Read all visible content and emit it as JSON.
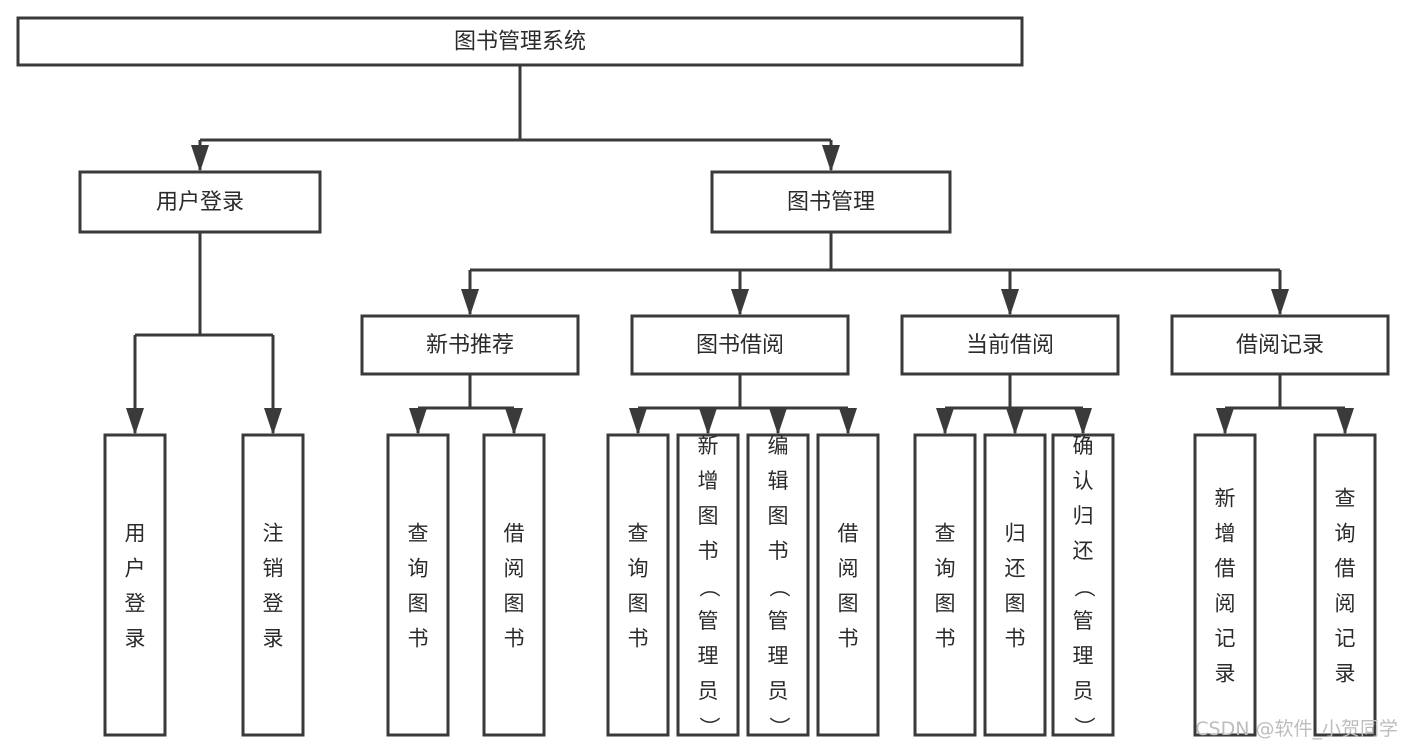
{
  "diagram": {
    "title": "图书管理系统",
    "type": "tree-hierarchy",
    "orientation": "top-down",
    "colors": {
      "stroke": "#3a3a3a",
      "fill": "#ffffff",
      "text": "#2b2b2b",
      "background": "#ffffff",
      "watermark": "#bdbdbd"
    },
    "levels": [
      {
        "level": 1,
        "nodes": [
          {
            "id": "root",
            "label": "图书管理系统",
            "text_orientation": "horizontal"
          }
        ]
      },
      {
        "level": 2,
        "nodes": [
          {
            "id": "login",
            "label": "用户登录",
            "text_orientation": "horizontal",
            "parent": "root"
          },
          {
            "id": "bookmgmt",
            "label": "图书管理",
            "text_orientation": "horizontal",
            "parent": "root"
          }
        ]
      },
      {
        "level": 3,
        "nodes": [
          {
            "id": "newbook",
            "label": "新书推荐",
            "text_orientation": "horizontal",
            "parent": "bookmgmt"
          },
          {
            "id": "borrow",
            "label": "图书借阅",
            "text_orientation": "horizontal",
            "parent": "bookmgmt"
          },
          {
            "id": "current",
            "label": "当前借阅",
            "text_orientation": "horizontal",
            "parent": "bookmgmt"
          },
          {
            "id": "records",
            "label": "借阅记录",
            "text_orientation": "horizontal",
            "parent": "bookmgmt"
          }
        ]
      },
      {
        "level": 4,
        "nodes": [
          {
            "id": "leaf1",
            "label": "用户登录",
            "text_orientation": "vertical",
            "parent": "login"
          },
          {
            "id": "leaf2",
            "label": "注销登录",
            "text_orientation": "vertical",
            "parent": "login"
          },
          {
            "id": "leaf3",
            "label": "查询图书",
            "text_orientation": "vertical",
            "parent": "newbook"
          },
          {
            "id": "leaf4",
            "label": "借阅图书",
            "text_orientation": "vertical",
            "parent": "newbook"
          },
          {
            "id": "leaf5",
            "label": "查询图书",
            "text_orientation": "vertical",
            "parent": "borrow"
          },
          {
            "id": "leaf6",
            "label": "新增图书（管理员）",
            "text_orientation": "vertical",
            "parent": "borrow"
          },
          {
            "id": "leaf7",
            "label": "编辑图书（管理员）",
            "text_orientation": "vertical",
            "parent": "borrow"
          },
          {
            "id": "leaf8",
            "label": "借阅图书",
            "text_orientation": "vertical",
            "parent": "borrow"
          },
          {
            "id": "leaf9",
            "label": "查询图书",
            "text_orientation": "vertical",
            "parent": "current"
          },
          {
            "id": "leaf10",
            "label": "归还图书",
            "text_orientation": "vertical",
            "parent": "current"
          },
          {
            "id": "leaf11",
            "label": "确认归还（管理员）",
            "text_orientation": "vertical",
            "parent": "current"
          },
          {
            "id": "leaf12",
            "label": "新增借阅记录",
            "text_orientation": "vertical",
            "parent": "records"
          },
          {
            "id": "leaf13",
            "label": "查询借阅记录",
            "text_orientation": "vertical",
            "parent": "records"
          }
        ]
      }
    ]
  },
  "watermark": {
    "text": "CSDN @软件_小贺同学"
  }
}
